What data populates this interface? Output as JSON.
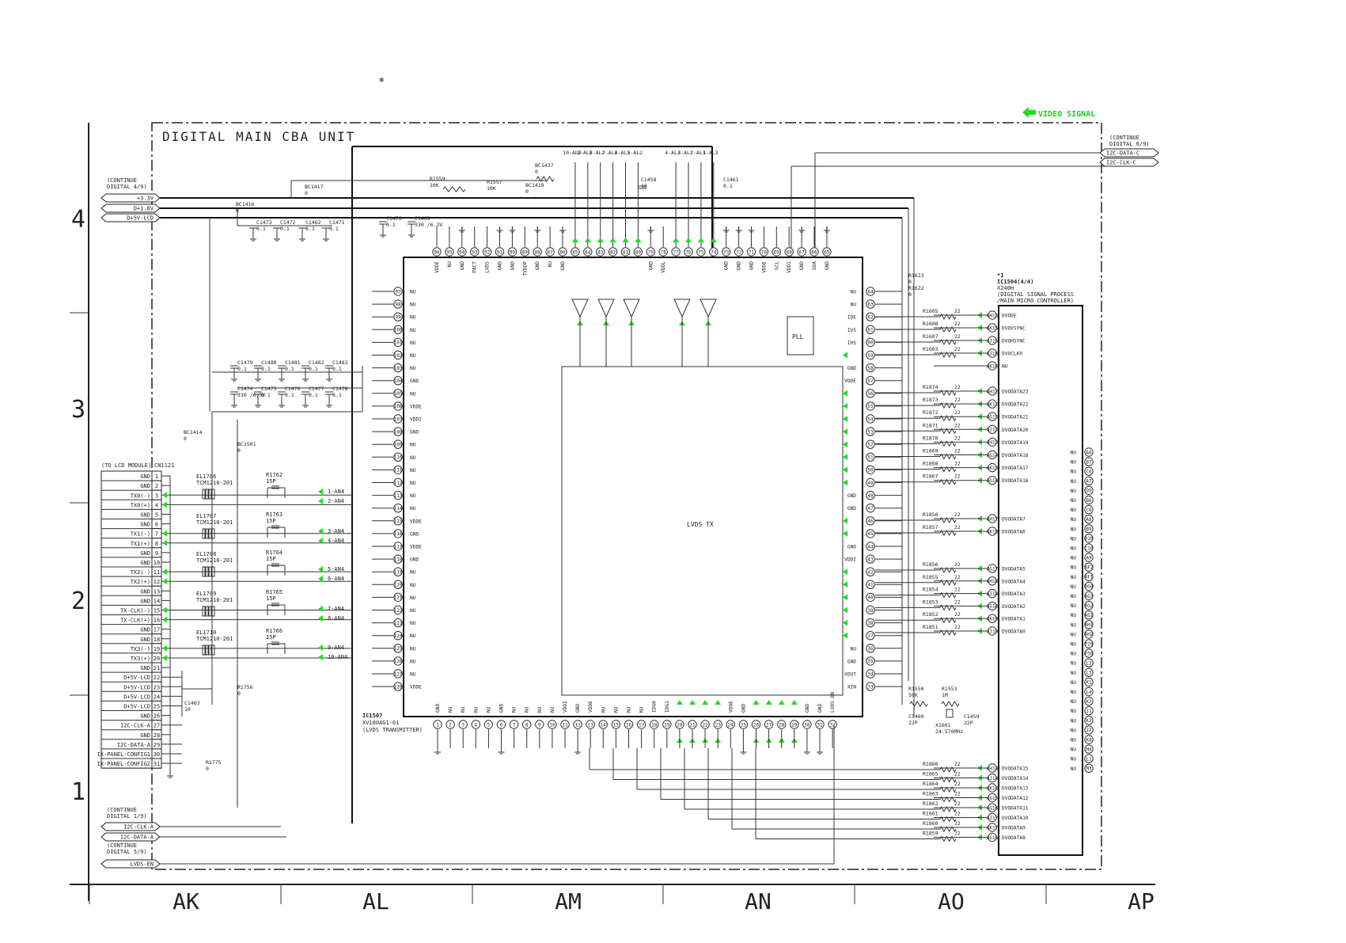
{
  "header": {
    "asterisk": "*"
  },
  "legend": {
    "video_signal": "VIDEO SIGNAL",
    "color": "#22dd22"
  },
  "unit_title": "DIGITAL MAIN CBA UNIT",
  "grid": {
    "columns": [
      "AK",
      "AL",
      "AM",
      "AN",
      "AO",
      "AP"
    ],
    "rows": [
      "4",
      "3",
      "2",
      "1"
    ]
  },
  "connectors": {
    "left_top": {
      "note": [
        "(CONTINUE",
        "DIGITAL 4/9)"
      ],
      "signals": [
        "+3.3V",
        "D+1.8V",
        "D+5V-LCD"
      ]
    },
    "right_top": {
      "note": [
        "(CONTINUE",
        "DIGITAL 6/9)"
      ],
      "signals": [
        "I2C-DATA-C",
        "I2C-CLK-C"
      ]
    },
    "left_bottom": {
      "note": [
        "(CONTINUE",
        "DIGITAL 1/9)"
      ],
      "signals": [
        "I2C-CLK-A",
        "I2C-DATA-A"
      ]
    },
    "left_bottom2": {
      "note": [
        "(CONTINUE",
        "DIGITAL 5/9)"
      ],
      "signals": [
        "LVDS-EN"
      ]
    }
  },
  "cn1121": {
    "title": "(TO LCD MODULE)",
    "ref": "CN1121",
    "pins": [
      "GND",
      "GND",
      "TX0(-)",
      "TX0(+)",
      "GND",
      "GND",
      "TX1(-)",
      "TX1(+)",
      "GND",
      "GND",
      "TX2(-)",
      "TX2(+)",
      "GND",
      "GND",
      "TX-CLK(-)",
      "TX-CLK(+)",
      "GND",
      "GND",
      "TX3(-)",
      "TX3(+)",
      "GND",
      "D+5V-LCD",
      "D+5V-LCD",
      "D+5V-LCD",
      "D+5V-LCD",
      "GND",
      "I2C-CLK-A",
      "GND",
      "I2C-DATA-A",
      "IX-PANEL-CONFIG1",
      "IX-PANEL-CONFIG2"
    ]
  },
  "filters": [
    {
      "ref": "EL1706",
      "part": "TCM1210-201",
      "res": "R1762",
      "val": "15P",
      "nets": [
        "1-AN4",
        "2-AN4"
      ]
    },
    {
      "ref": "EL1707",
      "part": "TCM1210-201",
      "res": "R1763",
      "val": "15P",
      "nets": [
        "3-AN4",
        "4-AN4"
      ]
    },
    {
      "ref": "EL1708",
      "part": "TCM1210-201",
      "res": "R1764",
      "val": "15P",
      "nets": [
        "5-AN4",
        "6-AN4"
      ]
    },
    {
      "ref": "EL1709",
      "part": "TCM1210-201",
      "res": "R1765",
      "val": "15P",
      "nets": [
        "7-AN4",
        "8-AN4"
      ]
    },
    {
      "ref": "EL1710",
      "part": "TCM1210-201",
      "res": "R1766",
      "val": "15P",
      "nets": [
        "9-AN4",
        "10-AN4"
      ]
    }
  ],
  "passives": [
    {
      "ref": "BC1417",
      "val": "0"
    },
    {
      "ref": "BC1416",
      "val": "0"
    },
    {
      "ref": "BC1437",
      "val": "0"
    },
    {
      "ref": "R1559",
      "val": "10K"
    },
    {
      "ref": "R1557",
      "val": "10K"
    },
    {
      "ref": "BC1419",
      "val": "0"
    },
    {
      "ref": "C1458",
      "val": "10"
    },
    {
      "ref": "C1461",
      "val": "0.1"
    },
    {
      "ref": "C1473",
      "val": "0.1"
    },
    {
      "ref": "C1472",
      "val": "0.1"
    },
    {
      "ref": "C1462",
      "val": "0.1"
    },
    {
      "ref": "C1471",
      "val": "0.1"
    },
    {
      "ref": "C1470",
      "val": "0.1"
    },
    {
      "ref": "C1469",
      "val": "330 /6.3V"
    },
    {
      "ref": "C1479",
      "val": "0.1"
    },
    {
      "ref": "C1480",
      "val": "0.1"
    },
    {
      "ref": "C1481",
      "val": "0.1"
    },
    {
      "ref": "C1482",
      "val": "0.1"
    },
    {
      "ref": "C1483",
      "val": "0.1"
    },
    {
      "ref": "C1474",
      "val": "330 /6.3V"
    },
    {
      "ref": "C1475",
      "val": "0.1"
    },
    {
      "ref": "C1476",
      "val": "0.1"
    },
    {
      "ref": "C1477",
      "val": "0.1"
    },
    {
      "ref": "C1478",
      "val": "0.1"
    },
    {
      "ref": "BC1414",
      "val": "0"
    },
    {
      "ref": "BC1501",
      "val": "0"
    },
    {
      "ref": "C1463",
      "val": "10"
    },
    {
      "ref": "R1756",
      "val": "0"
    },
    {
      "ref": "R1775",
      "val": "0"
    },
    {
      "ref": "R1623",
      "val": "0"
    },
    {
      "ref": "R1622",
      "val": "0"
    },
    {
      "ref": "R1550",
      "val": "56K"
    },
    {
      "ref": "R1553",
      "val": "1M"
    },
    {
      "ref": "C1460",
      "val": "22P"
    },
    {
      "ref": "C1459",
      "val": "22P"
    },
    {
      "ref": "X1601",
      "val": "24.576MHz"
    }
  ],
  "ic1507": {
    "ref": "IC1507",
    "part": "XV100AG1-01",
    "desc": "(LVDS TRANSMITTER)",
    "core_label": "LVDS TX",
    "pll_label": "PLL",
    "top_pins": [
      {
        "n": "96",
        "name": "VDDE"
      },
      {
        "n": "95",
        "name": "NU"
      },
      {
        "n": "94",
        "name": "GND"
      },
      {
        "n": "93",
        "name": "PACT"
      },
      {
        "n": "92",
        "name": "LVDS"
      },
      {
        "n": "91",
        "name": "GND"
      },
      {
        "n": "90",
        "name": "GND"
      },
      {
        "n": "89",
        "name": "TVDDP"
      },
      {
        "n": "88",
        "name": "GND"
      },
      {
        "n": "87",
        "name": "NU"
      },
      {
        "n": "86",
        "name": "GND"
      },
      {
        "n": "85",
        "name": "",
        "out": "10-AL2"
      },
      {
        "n": "84",
        "name": "",
        "out": "9-AL2"
      },
      {
        "n": "83",
        "name": "",
        "out": "8-AL2"
      },
      {
        "n": "82",
        "name": "",
        "out": "7-AL2"
      },
      {
        "n": "81",
        "name": "",
        "out": "6-AL2"
      },
      {
        "n": "80",
        "name": "",
        "out": "5-AL2"
      },
      {
        "n": "79",
        "name": "GND"
      },
      {
        "n": "78",
        "name": "VDDL"
      },
      {
        "n": "77",
        "name": "",
        "out": "4-AL2"
      },
      {
        "n": "76",
        "name": "",
        "out": "3-AL2"
      },
      {
        "n": "75",
        "name": "",
        "out": "2-AL3"
      },
      {
        "n": "74",
        "name": "",
        "out": "1-AL3"
      },
      {
        "n": "73",
        "name": "GND"
      },
      {
        "n": "72",
        "name": "GND"
      },
      {
        "n": "71",
        "name": "GND"
      },
      {
        "n": "70",
        "name": "VDDE"
      },
      {
        "n": "69",
        "name": "SCL"
      },
      {
        "n": "68",
        "name": "VDDI"
      },
      {
        "n": "67",
        "name": "GND"
      },
      {
        "n": "66",
        "name": "SDA"
      },
      {
        "n": "65",
        "name": "GND"
      }
    ],
    "left_pins": [
      {
        "n": "97",
        "name": "NU"
      },
      {
        "n": "98",
        "name": "NU"
      },
      {
        "n": "99",
        "name": "NU"
      },
      {
        "n": "100",
        "name": "NU"
      },
      {
        "n": "101",
        "name": "NU"
      },
      {
        "n": "102",
        "name": "NU"
      },
      {
        "n": "103",
        "name": "NU"
      },
      {
        "n": "104",
        "name": "GND"
      },
      {
        "n": "105",
        "name": "NU"
      },
      {
        "n": "106",
        "name": "VDDE"
      },
      {
        "n": "107",
        "name": "VDDI"
      },
      {
        "n": "108",
        "name": "GND"
      },
      {
        "n": "109",
        "name": "NU"
      },
      {
        "n": "110",
        "name": "NU"
      },
      {
        "n": "111",
        "name": "NU"
      },
      {
        "n": "112",
        "name": "NU"
      },
      {
        "n": "113",
        "name": "NU"
      },
      {
        "n": "114",
        "name": "NU"
      },
      {
        "n": "115",
        "name": "VDDE"
      },
      {
        "n": "116",
        "name": "GND"
      },
      {
        "n": "117",
        "name": "VDDE"
      },
      {
        "n": "118",
        "name": "GND"
      },
      {
        "n": "119",
        "name": "NU"
      },
      {
        "n": "120",
        "name": "NU"
      },
      {
        "n": "121",
        "name": "NU"
      },
      {
        "n": "122",
        "name": "NU"
      },
      {
        "n": "123",
        "name": "NU"
      },
      {
        "n": "124",
        "name": "NU"
      },
      {
        "n": "125",
        "name": "NU"
      },
      {
        "n": "126",
        "name": "NU"
      },
      {
        "n": "127",
        "name": "NU"
      },
      {
        "n": "128",
        "name": "VDDE"
      }
    ],
    "right_pins": [
      {
        "n": "64",
        "name": "NU"
      },
      {
        "n": "63",
        "name": "NU"
      },
      {
        "n": "62",
        "name": "IDE"
      },
      {
        "n": "61",
        "name": "IVS"
      },
      {
        "n": "60",
        "name": "IHS"
      },
      {
        "n": "59",
        "name": ""
      },
      {
        "n": "58",
        "name": "GND"
      },
      {
        "n": "57",
        "name": "VDDE"
      },
      {
        "n": "56",
        "name": ""
      },
      {
        "n": "55",
        "name": ""
      },
      {
        "n": "54",
        "name": ""
      },
      {
        "n": "53",
        "name": ""
      },
      {
        "n": "52",
        "name": ""
      },
      {
        "n": "51",
        "name": ""
      },
      {
        "n": "50",
        "name": ""
      },
      {
        "n": "49",
        "name": ""
      },
      {
        "n": "48",
        "name": "GND"
      },
      {
        "n": "47",
        "name": "GND"
      },
      {
        "n": "46",
        "name": ""
      },
      {
        "n": "45",
        "name": ""
      },
      {
        "n": "44",
        "name": "GND"
      },
      {
        "n": "43",
        "name": "VDDI"
      },
      {
        "n": "42",
        "name": ""
      },
      {
        "n": "41",
        "name": ""
      },
      {
        "n": "40",
        "name": ""
      },
      {
        "n": "39",
        "name": ""
      },
      {
        "n": "38",
        "name": ""
      },
      {
        "n": "37",
        "name": ""
      },
      {
        "n": "36",
        "name": "NU"
      },
      {
        "n": "35",
        "name": "GND"
      },
      {
        "n": "34",
        "name": "XOUT"
      },
      {
        "n": "33",
        "name": "XIN"
      }
    ],
    "bottom_pins": [
      {
        "n": "1",
        "name": "GND"
      },
      {
        "n": "2",
        "name": "NU"
      },
      {
        "n": "3",
        "name": "NU"
      },
      {
        "n": "4",
        "name": "NU"
      },
      {
        "n": "5",
        "name": "NU"
      },
      {
        "n": "6",
        "name": "GND"
      },
      {
        "n": "7",
        "name": "NU"
      },
      {
        "n": "8",
        "name": "NU"
      },
      {
        "n": "9",
        "name": "NU"
      },
      {
        "n": "10",
        "name": "NU"
      },
      {
        "n": "11",
        "name": "VDDI"
      },
      {
        "n": "12",
        "name": "GND"
      },
      {
        "n": "13",
        "name": "VDDE"
      },
      {
        "n": "14",
        "name": "NU"
      },
      {
        "n": "15",
        "name": "NU"
      },
      {
        "n": "16",
        "name": "NU"
      },
      {
        "n": "17",
        "name": "NU"
      },
      {
        "n": "18",
        "name": "IDG0"
      },
      {
        "n": "19",
        "name": "IDG1"
      },
      {
        "n": "20",
        "name": ""
      },
      {
        "n": "21",
        "name": ""
      },
      {
        "n": "22",
        "name": ""
      },
      {
        "n": "23",
        "name": ""
      },
      {
        "n": "24",
        "name": "VDDE"
      },
      {
        "n": "25",
        "name": "GND"
      },
      {
        "n": "26",
        "name": ""
      },
      {
        "n": "27",
        "name": ""
      },
      {
        "n": "28",
        "name": ""
      },
      {
        "n": "29",
        "name": ""
      },
      {
        "n": "30",
        "name": "GND"
      },
      {
        "n": "31",
        "name": "GND"
      },
      {
        "n": "32",
        "name": "LVDS EN"
      }
    ]
  },
  "ic1504": {
    "star": "*1",
    "ref": "IC1504(4/4)",
    "part": "X240H",
    "desc": [
      "(DIGITAL SIGNAL PROCESS",
      "/MAIN MICRO CONTROLLER)"
    ],
    "left_pins": [
      {
        "ball": "AH15",
        "name": "DVODE"
      },
      {
        "ball": "AK15",
        "name": "DVOVSYNC"
      },
      {
        "ball": "AJ15",
        "name": "DVOHSYNC"
      },
      {
        "ball": "AJ16",
        "name": "DVOCLK0"
      },
      {
        "ball": "AK16",
        "name": "NU"
      },
      {
        "ball": "AH12",
        "name": "DVODATA23"
      },
      {
        "ball": "AK12",
        "name": "DVODATA22"
      },
      {
        "ball": "AG13",
        "name": "DVODATA21"
      },
      {
        "ball": "AJ13",
        "name": "DVODATA20"
      },
      {
        "ball": "AH13",
        "name": "DVODATA19"
      },
      {
        "ball": "AG14",
        "name": "DVODATA18"
      },
      {
        "ball": "AK13",
        "name": "DVODATA17"
      },
      {
        "ball": "AG14",
        "name": "DVODATA16"
      },
      {
        "ball": "AH17",
        "name": "DVODATA7"
      },
      {
        "ball": "AK18",
        "name": "DVODATA6"
      },
      {
        "ball": "AG17",
        "name": "DVODATA5"
      },
      {
        "ball": "AH18",
        "name": "DVODATA4"
      },
      {
        "ball": "AJ18",
        "name": "DVODATA3"
      },
      {
        "ball": "AG18",
        "name": "DVODATA2"
      },
      {
        "ball": "AK19",
        "name": "DVODATA1"
      },
      {
        "ball": "AJ19",
        "name": "DVODATA0"
      },
      {
        "ball": "AH14",
        "name": "DVODATA15"
      },
      {
        "ball": "AJ14",
        "name": "DVODATA14"
      },
      {
        "ball": "AK14",
        "name": "DVODATA13"
      },
      {
        "ball": "AG15",
        "name": "DVODATA12"
      },
      {
        "ball": "AG16",
        "name": "DVODATA11"
      },
      {
        "ball": "AJ17",
        "name": "DVODATA10"
      },
      {
        "ball": "AK17",
        "name": "DVODATA9"
      },
      {
        "ball": "AG16",
        "name": "DVODATA8"
      }
    ],
    "right_pins": [
      {
        "ball": "A6",
        "name": "NU"
      },
      {
        "ball": "B7",
        "name": "NU"
      },
      {
        "ball": "C6",
        "name": "NU"
      },
      {
        "ball": "A7",
        "name": "NU"
      },
      {
        "ball": "D9",
        "name": "NU"
      },
      {
        "ball": "B6",
        "name": "NU"
      },
      {
        "ball": "C9",
        "name": "NU"
      },
      {
        "ball": "A8",
        "name": "NU"
      },
      {
        "ball": "B9",
        "name": "NU"
      },
      {
        "ball": "B10",
        "name": "NU"
      },
      {
        "ball": "C10",
        "name": "NU"
      },
      {
        "ball": "A9",
        "name": "NU"
      },
      {
        "ball": "AF2",
        "name": "NU"
      },
      {
        "ball": "AF1",
        "name": "NU"
      },
      {
        "ball": "AG4",
        "name": "NU"
      },
      {
        "ball": "AG3",
        "name": "NU"
      },
      {
        "ball": "AG2",
        "name": "NU"
      },
      {
        "ball": "AG1",
        "name": "NU"
      },
      {
        "ball": "AH1",
        "name": "NU"
      },
      {
        "ball": "AH2",
        "name": "NU"
      },
      {
        "ball": "P29",
        "name": "NU"
      },
      {
        "ball": "P30",
        "name": "NU"
      },
      {
        "ball": "L2",
        "name": "NU"
      },
      {
        "ball": "L3",
        "name": "NU"
      },
      {
        "ball": "K1",
        "name": "NU"
      },
      {
        "ball": "L4",
        "name": "NU"
      },
      {
        "ball": "K2",
        "name": "NU"
      },
      {
        "ball": "J1",
        "name": "NU"
      },
      {
        "ball": "K3",
        "name": "NU"
      },
      {
        "ball": "J2",
        "name": "NU"
      },
      {
        "ball": "K4",
        "name": "NU"
      },
      {
        "ball": "M4",
        "name": "NU"
      },
      {
        "ball": "L1",
        "name": "NU"
      },
      {
        "ball": "M3",
        "name": "NU"
      }
    ]
  },
  "res_groups": {
    "ctrl": [
      {
        "ref": "R1605",
        "val": "22"
      },
      {
        "ref": "R1608",
        "val": "22"
      },
      {
        "ref": "R1607",
        "val": "22"
      },
      {
        "ref": "R1603",
        "val": "22"
      }
    ],
    "hi": [
      {
        "ref": "R1874",
        "val": "22"
      },
      {
        "ref": "R1873",
        "val": "22"
      },
      {
        "ref": "R1872",
        "val": "22"
      },
      {
        "ref": "R1871",
        "val": "22"
      },
      {
        "ref": "R1870",
        "val": "22"
      },
      {
        "ref": "R1869",
        "val": "22"
      },
      {
        "ref": "R1868",
        "val": "22"
      },
      {
        "ref": "R1867",
        "val": "22"
      }
    ],
    "mid": [
      {
        "ref": "R1856",
        "val": "22"
      },
      {
        "ref": "R1857",
        "val": "22"
      }
    ],
    "lo": [
      {
        "ref": "R1856",
        "val": "22"
      },
      {
        "ref": "R1855",
        "val": "22"
      },
      {
        "ref": "R1854",
        "val": "22"
      },
      {
        "ref": "R1853",
        "val": "22"
      },
      {
        "ref": "R1852",
        "val": "22"
      },
      {
        "ref": "R1851",
        "val": "22"
      }
    ],
    "bot": [
      {
        "ref": "R1866",
        "val": "22"
      },
      {
        "ref": "R1865",
        "val": "22"
      },
      {
        "ref": "R1864",
        "val": "22"
      },
      {
        "ref": "R1863",
        "val": "22"
      },
      {
        "ref": "R1862",
        "val": "22"
      },
      {
        "ref": "R1861",
        "val": "22"
      },
      {
        "ref": "R1860",
        "val": "22"
      },
      {
        "ref": "R1859",
        "val": "22"
      }
    ]
  }
}
